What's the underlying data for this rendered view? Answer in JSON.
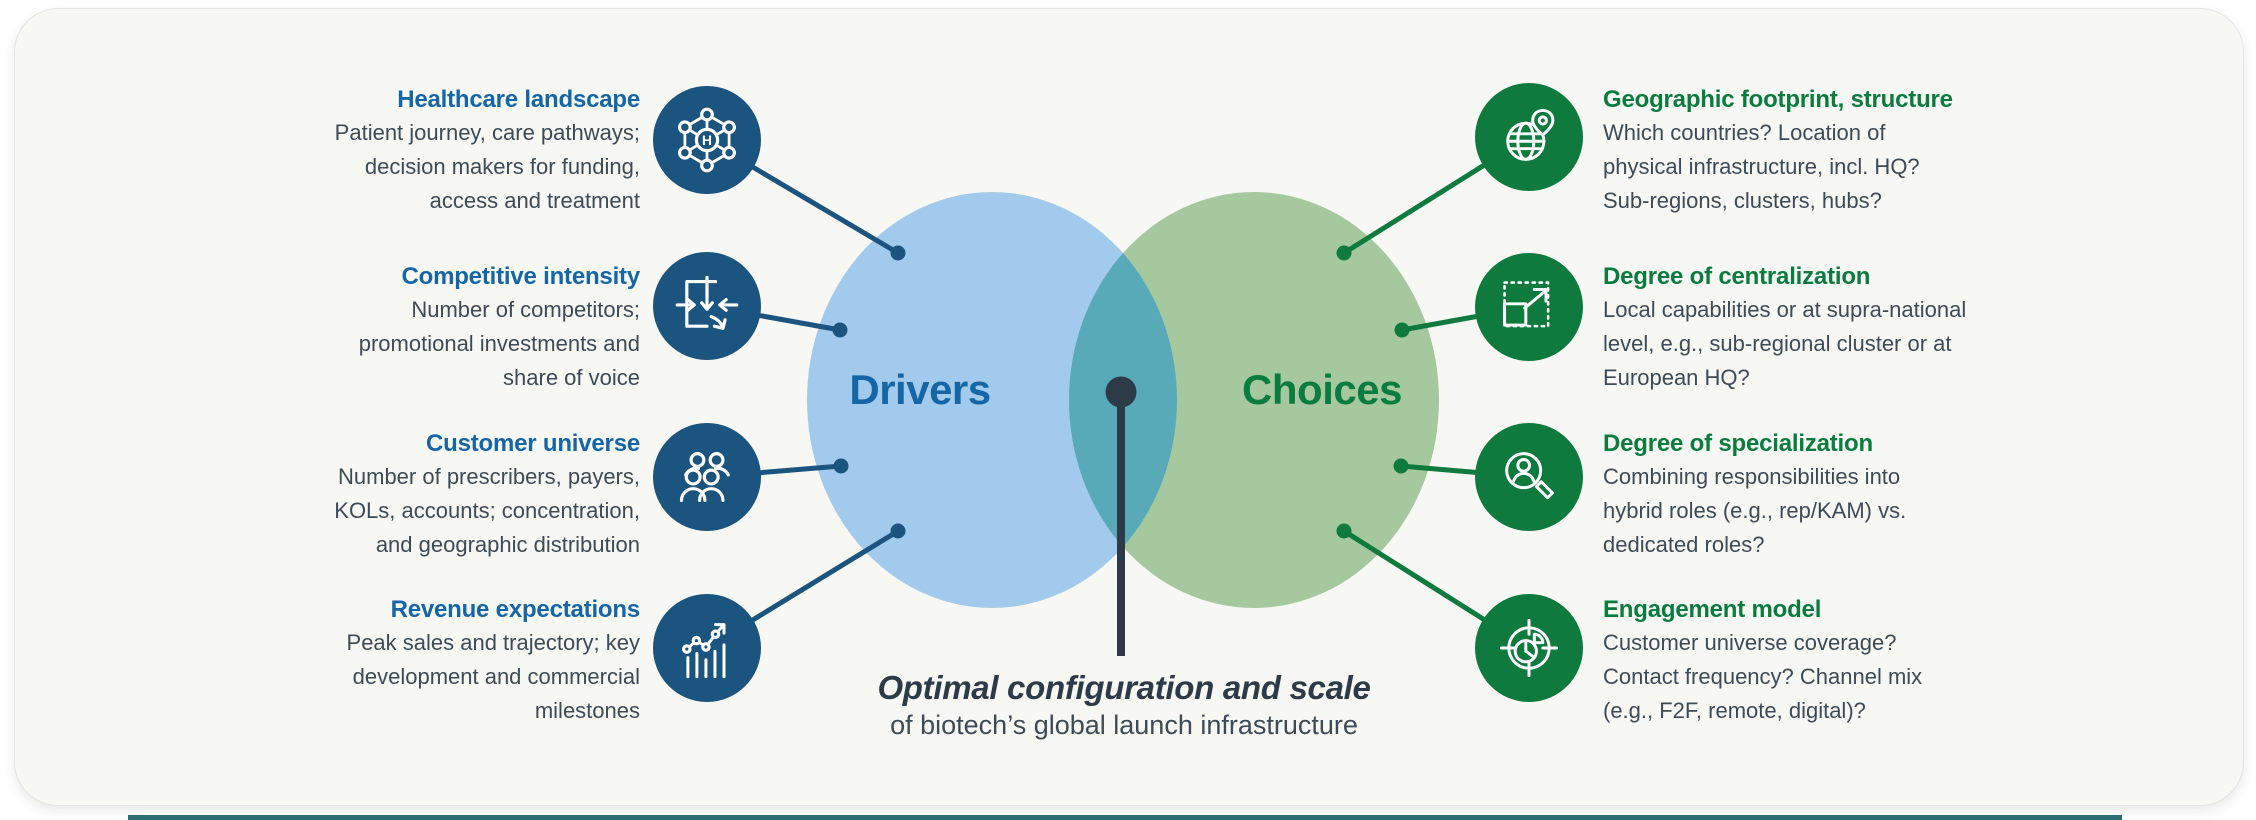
{
  "venn": {
    "left_label": "Drivers",
    "right_label": "Choices"
  },
  "center_callout": {
    "title": "Optimal configuration and scale",
    "subtitle": "of biotech’s global launch infrastructure"
  },
  "left_items": [
    {
      "title": "Healthcare landscape",
      "icon": "network-h-icon",
      "lines": [
        "Patient journey, care pathways;",
        "decision makers for funding,",
        "access and treatment"
      ]
    },
    {
      "title": "Competitive intensity",
      "icon": "converging-arrows-icon",
      "lines": [
        "Number of competitors;",
        "promotional investments and",
        "share of voice"
      ]
    },
    {
      "title": "Customer universe",
      "icon": "people-group-icon",
      "lines": [
        "Number of prescribers, payers,",
        "KOLs, accounts; concentration,",
        "and geographic distribution"
      ]
    },
    {
      "title": "Revenue expectations",
      "icon": "growth-chart-icon",
      "lines": [
        "Peak sales and trajectory; key",
        "development and commercial",
        "milestones"
      ]
    }
  ],
  "right_items": [
    {
      "title": "Geographic footprint, structure",
      "icon": "globe-pin-icon",
      "lines": [
        "Which countries? Location of",
        "physical infrastructure, incl. HQ?",
        "Sub-regions, clusters, hubs?"
      ]
    },
    {
      "title": "Degree of centralization",
      "icon": "expand-square-icon",
      "lines": [
        "Local capabilities or at supra-national",
        "level, e.g., sub-regional cluster or at",
        "European HQ?"
      ]
    },
    {
      "title": "Degree of specialization",
      "icon": "person-magnifier-icon",
      "lines": [
        "Combining responsibilities into",
        "hybrid roles (e.g., rep/KAM) vs.",
        "dedicated roles?"
      ]
    },
    {
      "title": "Engagement model",
      "icon": "target-pie-icon",
      "lines": [
        "Customer universe coverage?",
        "Contact frequency? Channel mix",
        "(e.g., F2F, remote, digital)?"
      ]
    }
  ],
  "colors": {
    "card_background": "#f7f7f4",
    "blue_circle_fill": "#a2caec",
    "green_circle_fill": "#a6c89e",
    "overlap_fill": "#58aab8",
    "navy_accent": "#1a547f",
    "green_accent": "#0e7a3e",
    "blue_title": "#1566a6",
    "green_title": "#0a7c3f",
    "body_text": "#3d4b57",
    "pin_dark": "#2d3b48",
    "bottom_strip": "#2c6d72"
  }
}
